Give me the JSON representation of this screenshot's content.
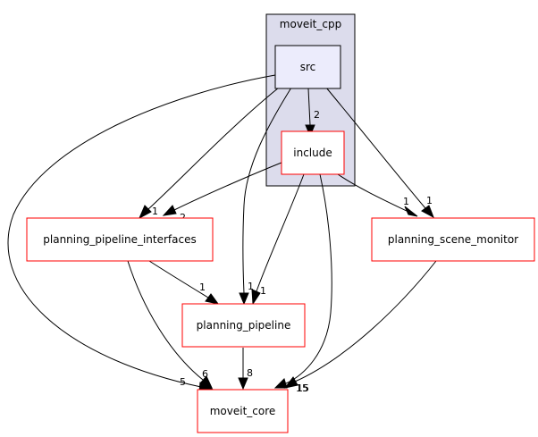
{
  "cluster": {
    "label": "moveit_cpp",
    "fill": "#dcdcec",
    "border": "#000000"
  },
  "nodes": {
    "src": {
      "label": "src",
      "fill": "#ececfc",
      "border": "#000000"
    },
    "include": {
      "label": "include",
      "fill": "#ffffff",
      "border": "#ff0000"
    },
    "planning_pipeline_interfaces": {
      "label": "planning_pipeline_interfaces",
      "fill": "#ffffff",
      "border": "#ff0000"
    },
    "planning_scene_monitor": {
      "label": "planning_scene_monitor",
      "fill": "#ffffff",
      "border": "#ff0000"
    },
    "planning_pipeline": {
      "label": "planning_pipeline",
      "fill": "#ffffff",
      "border": "#ff0000"
    },
    "moveit_core": {
      "label": "moveit_core",
      "fill": "#ffffff",
      "border": "#ff0000"
    }
  },
  "edges": [
    {
      "id": "src-include",
      "from": "src",
      "to": "include",
      "label": "2"
    },
    {
      "id": "src-ppi",
      "from": "src",
      "to": "planning_pipeline_interfaces",
      "label": "1"
    },
    {
      "id": "src-pp",
      "from": "src",
      "to": "planning_pipeline",
      "label": "1"
    },
    {
      "id": "src-psm",
      "from": "src",
      "to": "planning_scene_monitor",
      "label": "1"
    },
    {
      "id": "src-core",
      "from": "src",
      "to": "moveit_core",
      "label": "5"
    },
    {
      "id": "include-ppi",
      "from": "include",
      "to": "planning_pipeline_interfaces",
      "label": "2"
    },
    {
      "id": "include-pp",
      "from": "include",
      "to": "planning_pipeline",
      "label": "1"
    },
    {
      "id": "include-psm",
      "from": "include",
      "to": "planning_scene_monitor",
      "label": "1"
    },
    {
      "id": "include-core",
      "from": "include",
      "to": "moveit_core",
      "label": "15"
    },
    {
      "id": "ppi-pp",
      "from": "planning_pipeline_interfaces",
      "to": "planning_pipeline",
      "label": "1"
    },
    {
      "id": "ppi-core",
      "from": "planning_pipeline_interfaces",
      "to": "moveit_core",
      "label": "6"
    },
    {
      "id": "pp-core",
      "from": "planning_pipeline",
      "to": "moveit_core",
      "label": "8"
    },
    {
      "id": "psm-core",
      "from": "planning_scene_monitor",
      "to": "moveit_core",
      "label": "15"
    }
  ]
}
